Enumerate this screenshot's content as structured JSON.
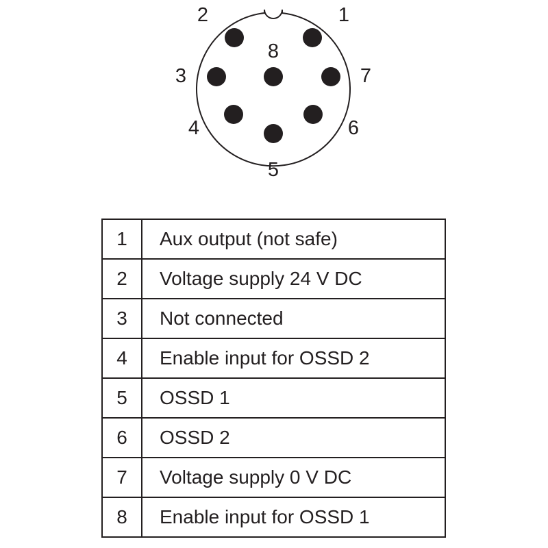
{
  "connector": {
    "pins": [
      {
        "number": "1"
      },
      {
        "number": "2"
      },
      {
        "number": "3"
      },
      {
        "number": "4"
      },
      {
        "number": "5"
      },
      {
        "number": "6"
      },
      {
        "number": "7"
      },
      {
        "number": "8"
      }
    ]
  },
  "pin_table": {
    "rows": [
      {
        "pin": "1",
        "function": "Aux output (not safe)"
      },
      {
        "pin": "2",
        "function": "Voltage supply 24 V DC"
      },
      {
        "pin": "3",
        "function": "Not connected"
      },
      {
        "pin": "4",
        "function": "Enable input for OSSD 2"
      },
      {
        "pin": "5",
        "function": "OSSD 1"
      },
      {
        "pin": "6",
        "function": "OSSD 2"
      },
      {
        "pin": "7",
        "function": "Voltage supply 0 V DC"
      },
      {
        "pin": "8",
        "function": "Enable input for OSSD 1"
      }
    ]
  }
}
